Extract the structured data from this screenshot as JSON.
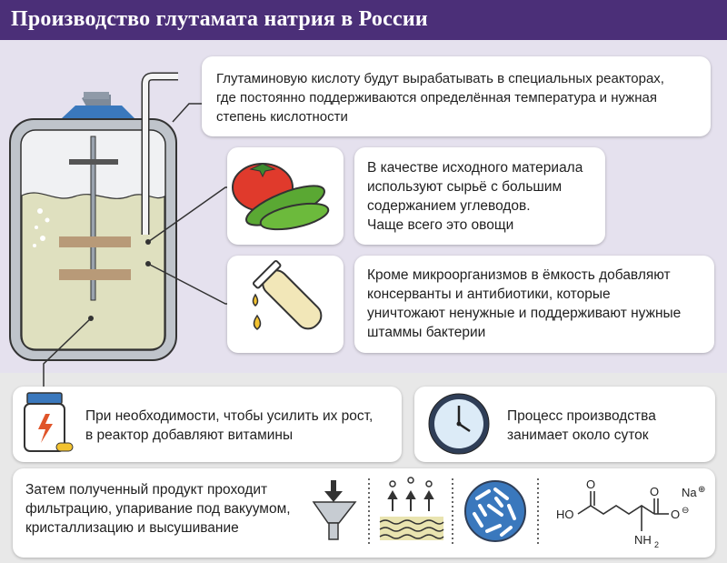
{
  "title": "Производство глутамата натрия в России",
  "reactor_note": "Глутаминовую кислоту будут вырабатывать в специальных реакторах,\nгде постоянно поддерживаются определённая температура и нужная\nстепень кислотности",
  "raw_material_note": "В качестве исходного материала\nиспользуют сырьё с большим\nсодержанием углеводов.\nЧаще всего это овощи",
  "additives_note": "Кроме микроорганизмов в ёмкость добавляют\nконсерванты и антибиотики, которые\nуничтожают ненужные и поддерживают нужные\nштаммы бактерии",
  "vitamins_note": "При необходимости, чтобы усилить их рост,\nв реактор добавляют витамины",
  "duration_note": "Процесс производства\nзанимает около суток",
  "processing_note": "Затем полученный продукт проходит\nфильтрацию, упаривание под вакуумом,\nкристаллизацию и высушивание",
  "formula": {
    "o_left": "O",
    "o_right": "O",
    "ho": "HO",
    "o_minus": "O",
    "minus": "⊖",
    "na": "Na",
    "plus": "⊕",
    "nh2": "NH",
    "sub2": "2"
  },
  "icons": [
    "reactor-icon",
    "tomato-icon",
    "cucumber-icon",
    "test-tube-icon",
    "vitamin-jar-icon",
    "clock-icon",
    "funnel-icon",
    "evaporation-icon",
    "crystals-icon"
  ],
  "colors": {
    "header": "#4b2f78",
    "top_background": "#e5e1ee",
    "bottom_background": "#e8e8e8",
    "liquid": "#dfe0bf",
    "paddle": "#b89a78",
    "accent_blue": "#3a78bd"
  }
}
